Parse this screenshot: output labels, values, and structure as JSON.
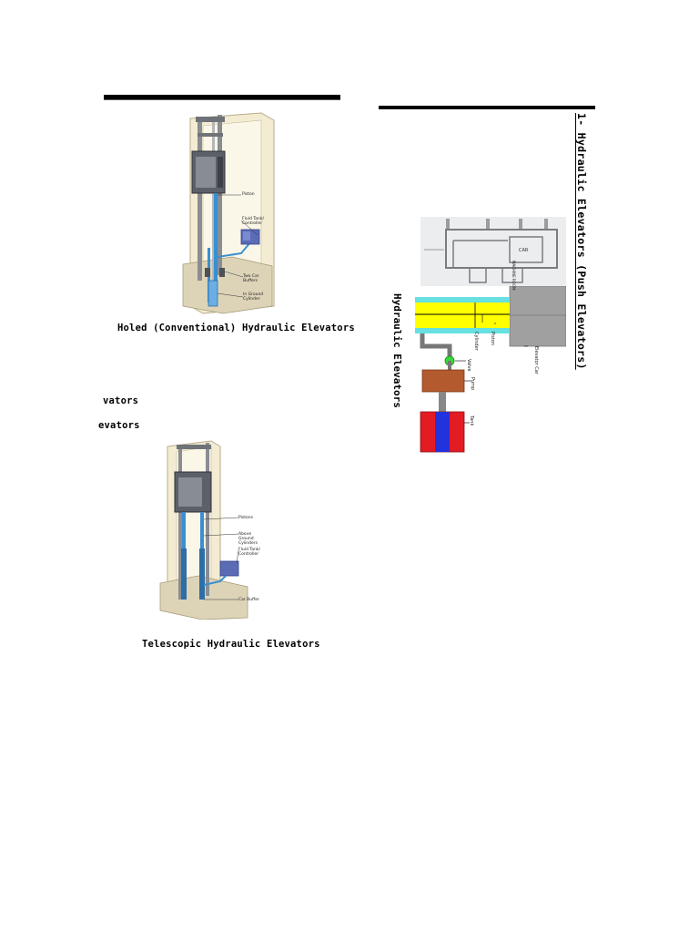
{
  "left_column": {
    "figure1": {
      "caption": "Holed (Conventional) Hydraulic Elevators",
      "labels": {
        "piston": "Piston",
        "fluid_tank": "Fluid Tank/ Controller",
        "car_buffers": "Two Car Buffers",
        "in_ground_cylinder": "In Ground Cylinder"
      }
    },
    "cut_text_1": "vators",
    "cut_text_2": "evators",
    "figure2": {
      "caption": "Telescopic Hydraulic Elevators",
      "labels": {
        "pistons": "Pistons",
        "above_ground_cylinders": "Above Ground Cylinders",
        "fluid_tank": "Fluid Tank/ Controller",
        "car_buffer": "Car Buffer"
      }
    }
  },
  "right_column": {
    "heading": "1- Hydraulic Elevators (Push Elevators)",
    "subheading": "Hydraulic Elevators",
    "diagram_labels": {
      "elevator_car": "Elevator Car",
      "piston": "Piston",
      "cylinder": "Cylinder",
      "valve": "Valve",
      "pump": "Pump",
      "tank": "Tank",
      "car": "CAR",
      "machine_room": "MACHINE ROOM"
    }
  },
  "colors": {
    "cylinder_yellow": "#ffff00",
    "cylinder_cyan": "#66e0e0",
    "pump_brown": "#b35a2e",
    "valve_green": "#33dd33",
    "tank_red": "#e31b23",
    "tank_blue": "#2233dd",
    "car_gray": "#a0a0a0",
    "piston_blue": "#3a8fd0"
  }
}
